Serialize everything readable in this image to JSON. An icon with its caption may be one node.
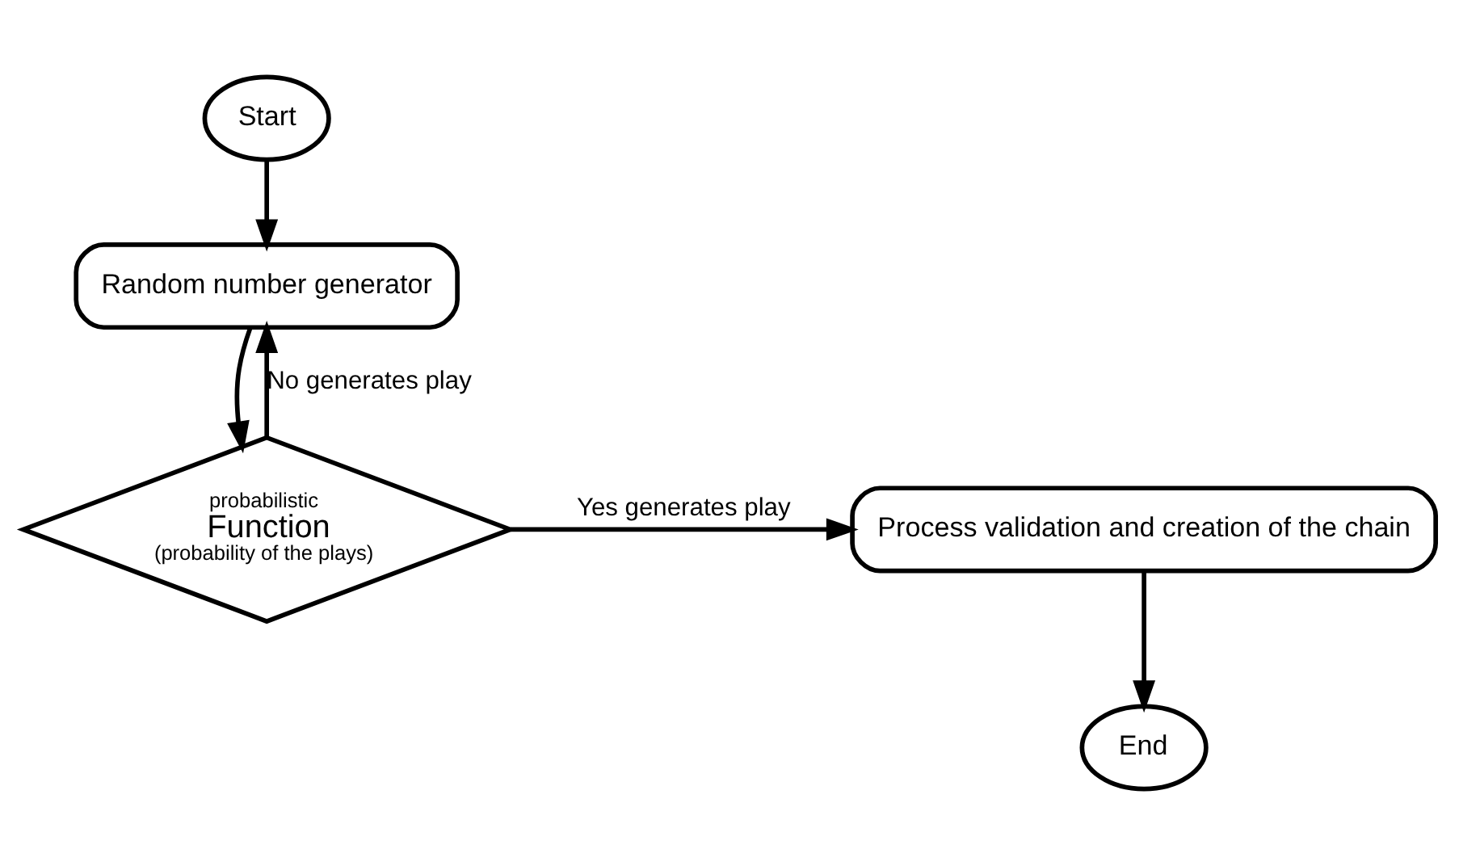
{
  "diagram": {
    "nodes": [
      {
        "text": [
          "Start"
        ]
      },
      {
        "text": [
          "Random number generator"
        ]
      },
      {
        "text": [
          "probabilistic",
          "Function",
          "(probability of the plays)"
        ]
      },
      {
        "text": [
          "Process validation and creation of the chain"
        ]
      },
      {
        "text": [
          "End"
        ]
      }
    ],
    "edges": [
      {
        "from": 0,
        "to": 1,
        "arrow": "to"
      },
      {
        "from": 1,
        "to": 2,
        "arrow": "to"
      },
      {
        "from": 2,
        "to": 1,
        "arrow": "to",
        "label": "No generates play"
      },
      {
        "from": 2,
        "to": 3,
        "arrow": "to",
        "label": "Yes generates play"
      },
      {
        "from": 3,
        "to": 4,
        "arrow": "to"
      }
    ]
  }
}
